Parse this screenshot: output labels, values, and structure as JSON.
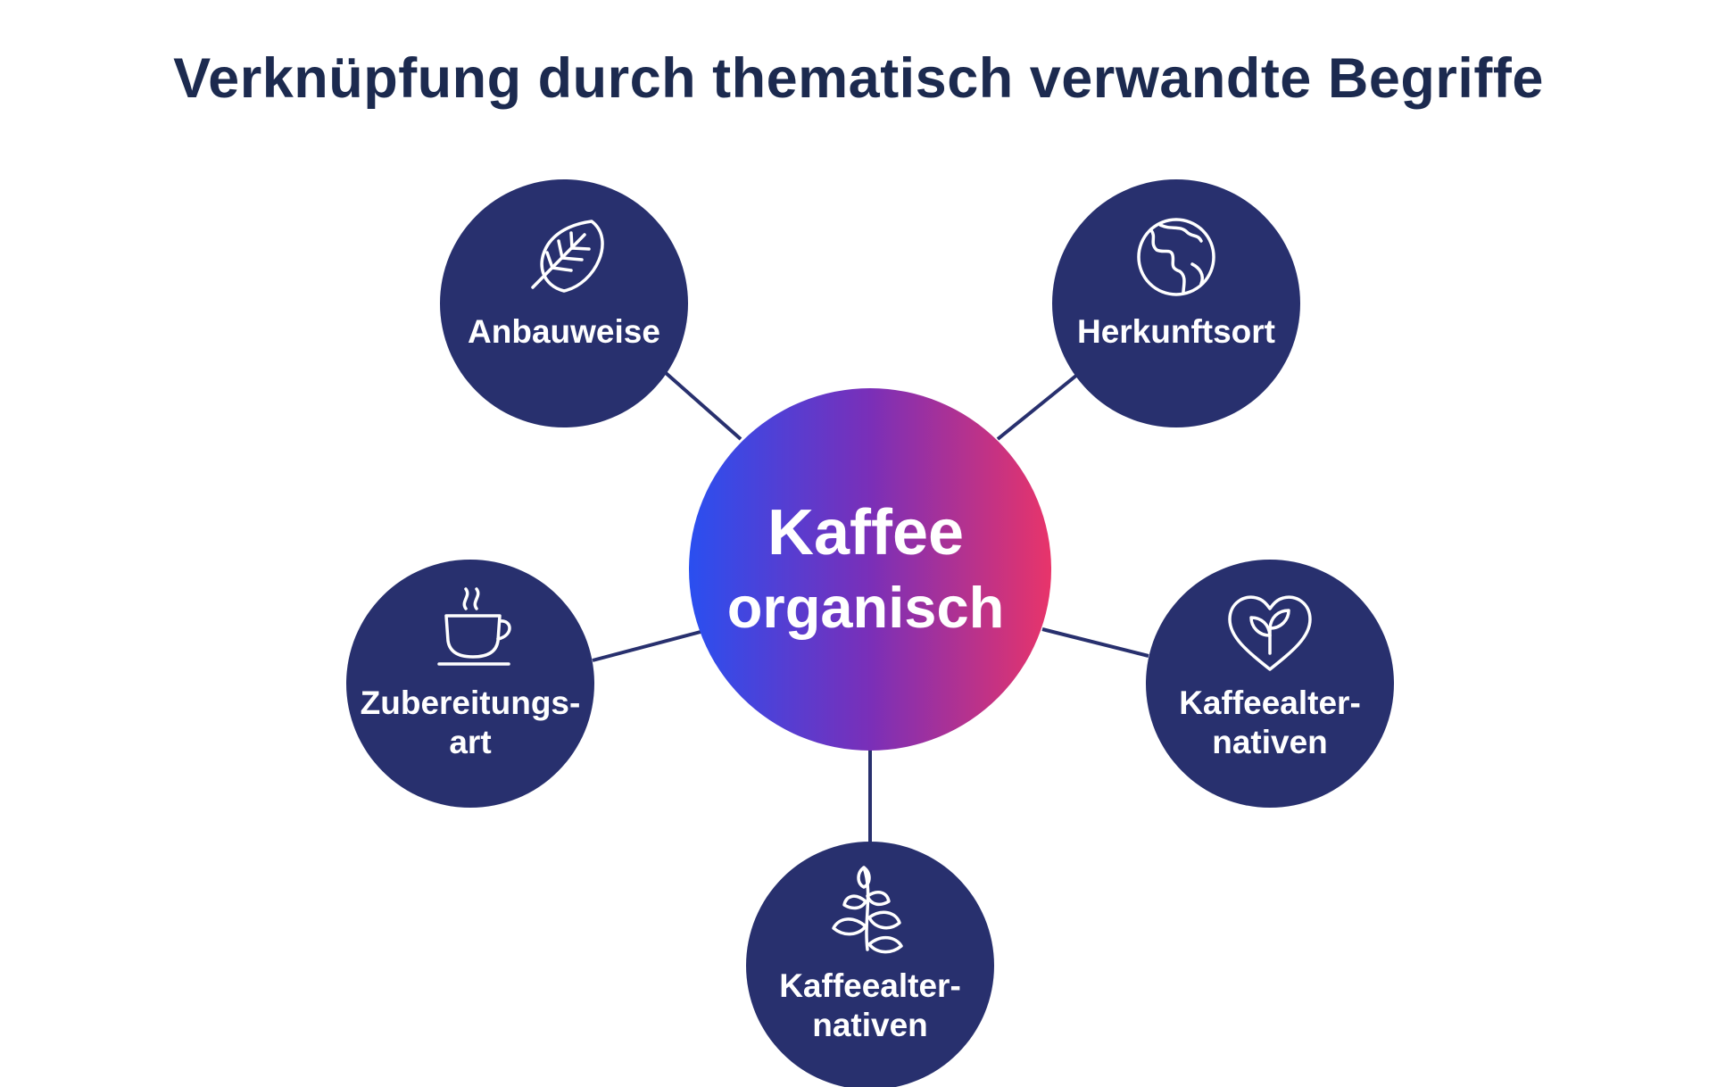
{
  "title": "Verknüpfung durch thematisch verwandte Begriffe",
  "colors": {
    "title": "#1c2a4f",
    "node_fill": "#28306e",
    "line": "#28306e",
    "gradient_start": "#2a4ff0",
    "gradient_mid": "#7a2fb8",
    "gradient_end": "#e8346a",
    "text_on_node": "#ffffff"
  },
  "center": {
    "line1": "Kaffee",
    "line2": "organisch"
  },
  "nodes": [
    {
      "id": "anbauweise",
      "icon": "leaf-icon",
      "line1": "Anbauweise",
      "line2": ""
    },
    {
      "id": "herkunftsort",
      "icon": "globe-icon",
      "line1": "Herkunftsort",
      "line2": ""
    },
    {
      "id": "zubereitungsart",
      "icon": "coffee-cup-icon",
      "line1": "Zubereitungs-",
      "line2": "art"
    },
    {
      "id": "kaffeealternativen-right",
      "icon": "heart-leaf-icon",
      "line1": "Kaffeealter-",
      "line2": "nativen"
    },
    {
      "id": "kaffeealternativen-bottom",
      "icon": "plant-branch-icon",
      "line1": "Kaffeealter-",
      "line2": "nativen"
    }
  ]
}
